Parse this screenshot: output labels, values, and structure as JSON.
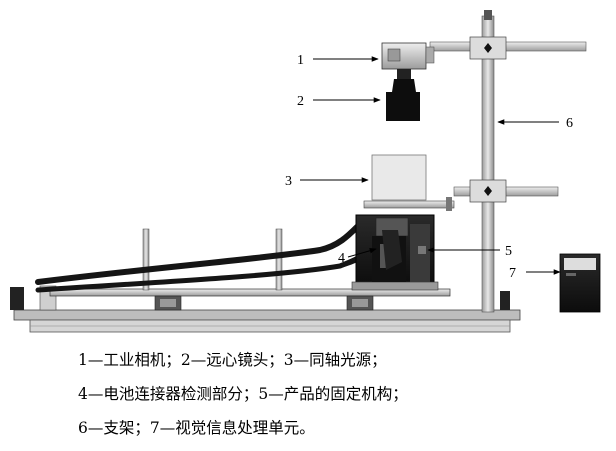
{
  "callouts": [
    {
      "num": "1",
      "label": "工业相机"
    },
    {
      "num": "2",
      "label": "远心镜头"
    },
    {
      "num": "3",
      "label": "同轴光源"
    },
    {
      "num": "4",
      "label": "电池连接器检测部分"
    },
    {
      "num": "5",
      "label": "产品的固定机构"
    },
    {
      "num": "6",
      "label": "支架"
    },
    {
      "num": "7",
      "label": "视觉信息处理单元"
    }
  ],
  "caption": {
    "line1": "1—工业相机；2—远心镜头；3—同轴光源；",
    "line2": "4—电池连接器检测部分；5—产品的固定机构；",
    "line3": "6—支架；7—视觉信息处理单元。"
  },
  "colors": {
    "ink": "#000000",
    "metal": "#c8c8c8",
    "dark": "#1a1a1a"
  }
}
